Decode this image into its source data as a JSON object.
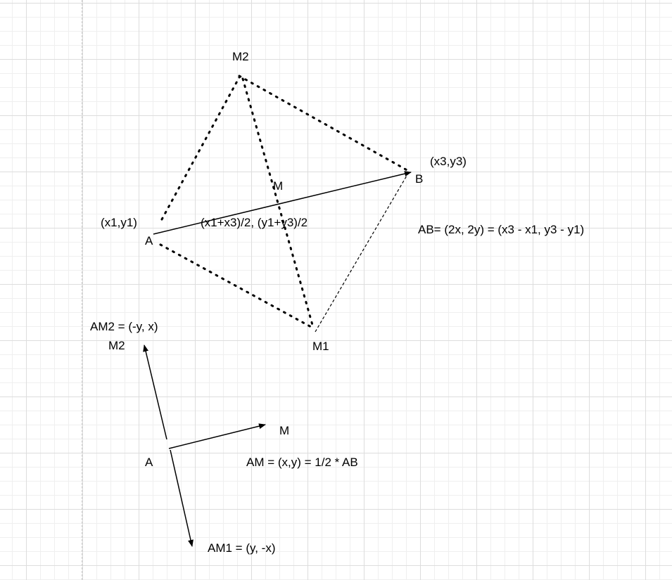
{
  "colors": {
    "stroke": "#000000",
    "text": "#000000",
    "grid_major": "#dddddd",
    "grid_minor": "#efefef",
    "background": "#ffffff"
  },
  "top": {
    "point_a": "A",
    "point_b": "B",
    "point_m": "M",
    "point_m1": "M1",
    "point_m2": "M2",
    "coord_a": "(x1,y1)",
    "coord_b": "(x3,y3)",
    "midpoint_formula": "(x1+x3)/2, (y1+y3)/2",
    "ab_formula": "AB= (2x, 2y) = (x3 - x1, y3 - y1)"
  },
  "bottom": {
    "am2_formula": "AM2 = (-y, x)",
    "m2_label": "M2",
    "m_label": "M",
    "a_label": "A",
    "am_formula": "AM = (x,y) = 1/2 * AB",
    "am1_formula": "AM1 = (y, -x)"
  }
}
